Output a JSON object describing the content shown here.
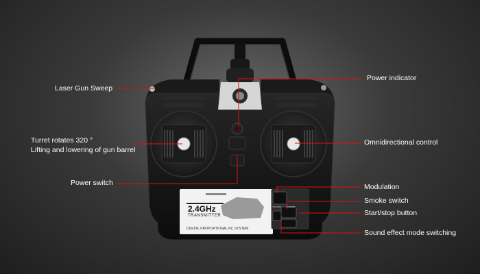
{
  "callouts": {
    "laser_gun_sweep": "Laser Gun Sweep",
    "turret_rotates": "Turret rotates 320 °",
    "gun_barrel": "Lifting and lowering of gun barrel",
    "power_switch": "Power switch",
    "power_indicator": "Power indicator",
    "omnidirectional_control": "Omnidirectional control",
    "modulation": "Modulation",
    "smoke_switch": "Smoke switch",
    "start_stop_button": "Start/stop button",
    "sound_effect_mode": "Sound effect mode switching"
  },
  "device": {
    "frequency": "2.4GHz",
    "subtitle": "TRANSMITTER",
    "system_text": "DIGITAL PROPORTIONAL RC SYSTEM",
    "btn_volume": "Volume",
    "btn_smoke": "Smoke",
    "colors": {
      "body": "#141414",
      "label_panel": "#f2f2f2",
      "callout_line": "#e01010"
    }
  }
}
